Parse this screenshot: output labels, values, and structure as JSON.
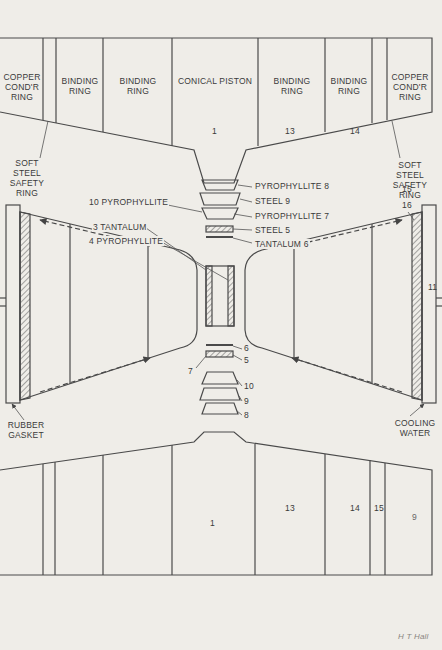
{
  "diagram": {
    "labels": [
      "COPPER COND'R RING",
      "BINDING RING",
      "BINDING RING",
      "CONICAL PISTON",
      "1",
      "BINDING RING",
      "13",
      "BINDING RING",
      "14",
      "COPPER COND'R RING",
      "SOFT STEEL SAFETY RING",
      "SOFT STEEL SAFETY RING",
      "15",
      "PYROPHYLLITE 8",
      "10 PYROPHYLLITE",
      "STEEL 9",
      "PYROPHYLLITE 7",
      "3 TANTALUM",
      "STEEL 5",
      "4 PYROPHYLLITE",
      "TANTALUM 6",
      "16",
      "11",
      "RUBBER GASKET",
      "COOLING WATER",
      "6",
      "5",
      "7",
      "10",
      "9",
      "8",
      "1",
      "13",
      "14",
      "15",
      "9",
      "H T Hall"
    ]
  }
}
